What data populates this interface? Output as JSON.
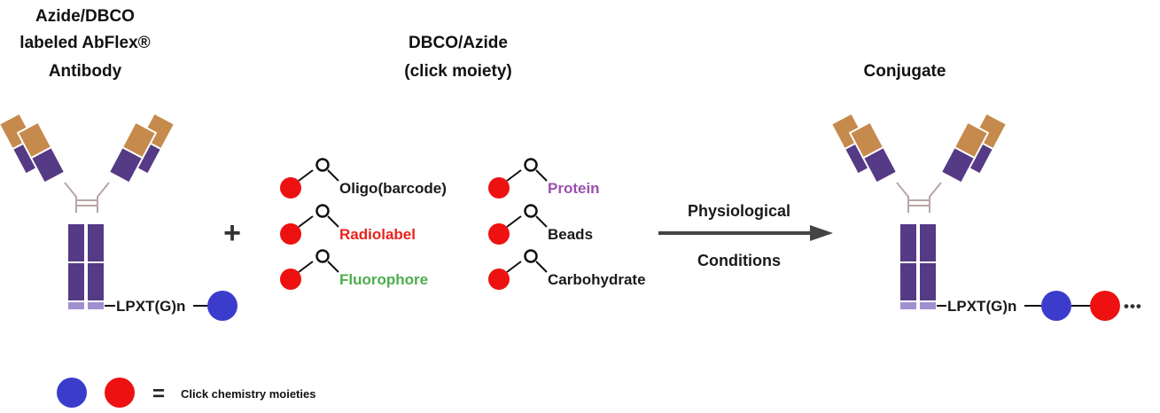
{
  "titles": {
    "left": [
      "Azide/DBCO",
      "labeled AbFlex®",
      "Antibody"
    ],
    "middle": [
      "DBCO/Azide",
      "(click moiety)"
    ],
    "right": "Conjugate"
  },
  "left_antibody": {
    "linker": "LPXT(G)n"
  },
  "plus_sign": "+",
  "moieties": [
    {
      "label": "Oligo(barcode)",
      "color": "#1a1a1a"
    },
    {
      "label": "Radiolabel",
      "color": "#e8231f"
    },
    {
      "label": "Fluorophore",
      "color": "#4cae4c"
    },
    {
      "label": "Protein",
      "color": "#9b4fb0"
    },
    {
      "label": "Beads",
      "color": "#1a1a1a"
    },
    {
      "label": "Carbohydrate",
      "color": "#1a1a1a"
    }
  ],
  "arrow": {
    "top_label": "Physiological",
    "bottom_label": "Conditions"
  },
  "right_antibody": {
    "linker": "LPXT(G)n",
    "trailing": "•••"
  },
  "legend": {
    "equals": "=",
    "text": "Click chemistry moieties"
  },
  "colors": {
    "heavy_chain": "#553a85",
    "light_chain_tip": "#c58a4c",
    "tag": "#9f8fcf",
    "azide_blue": "#3c3ccc",
    "dbco_red": "#ee1111",
    "arrow": "#444444"
  }
}
